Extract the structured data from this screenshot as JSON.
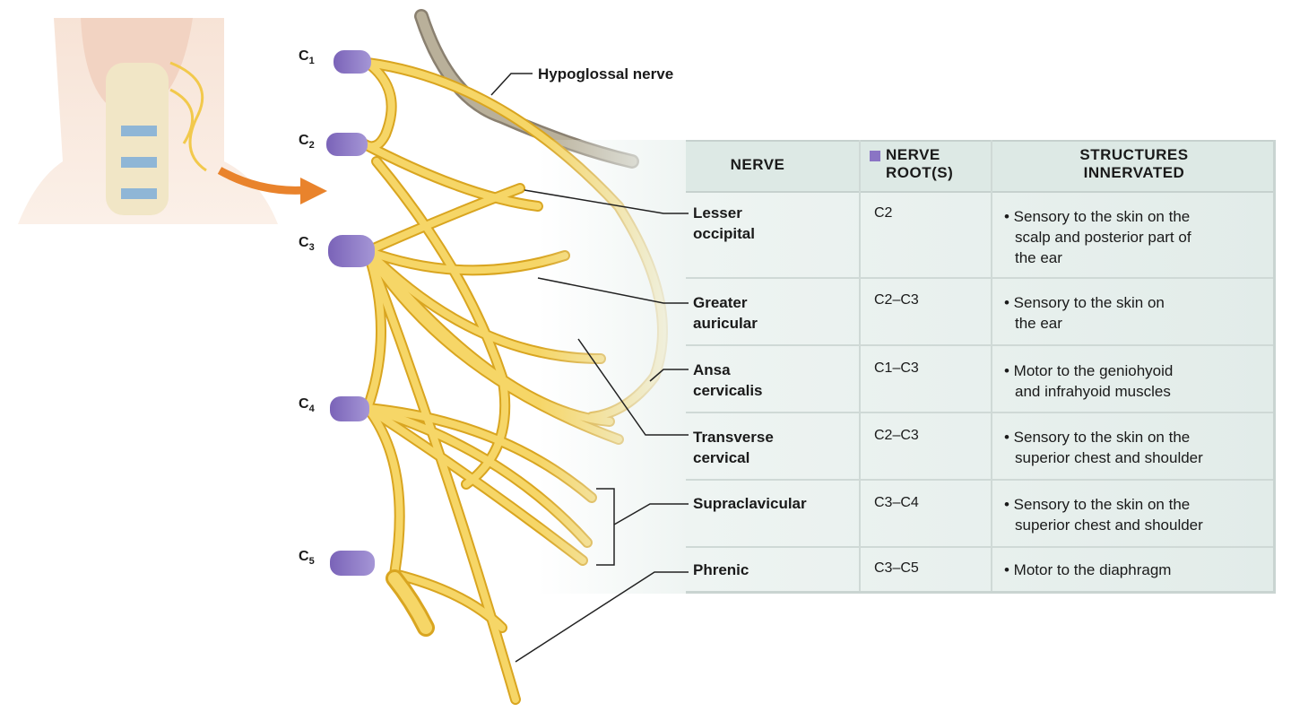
{
  "labels": {
    "roots": [
      {
        "letter": "C",
        "sub": "1"
      },
      {
        "letter": "C",
        "sub": "2"
      },
      {
        "letter": "C",
        "sub": "3"
      },
      {
        "letter": "C",
        "sub": "4"
      },
      {
        "letter": "C",
        "sub": "5"
      }
    ],
    "hypoglossal": "Hypoglossal nerve"
  },
  "table": {
    "headers": {
      "nerve": "NERVE",
      "root_line1": "NERVE",
      "root_line2": "ROOT(S)",
      "struct_line1": "STRUCTURES",
      "struct_line2": "INNERVATED"
    },
    "rows": [
      {
        "name1": "Lesser",
        "name2": "occipital",
        "root": "C2",
        "s1": "• Sensory to the skin on the",
        "s2": "scalp and posterior part of",
        "s3": "the ear"
      },
      {
        "name1": "Greater",
        "name2": "auricular",
        "root": "C2–C3",
        "s1": "• Sensory to the skin on",
        "s2": "the ear",
        "s3": ""
      },
      {
        "name1": "Ansa",
        "name2": "cervicalis",
        "root": "C1–C3",
        "s1": "• Motor to the geniohyoid",
        "s2": "and infrahyoid muscles",
        "s3": ""
      },
      {
        "name1": "Transverse",
        "name2": "cervical",
        "root": "C2–C3",
        "s1": "• Sensory to the skin on the",
        "s2": "superior chest and shoulder",
        "s3": ""
      },
      {
        "name1": "Supraclavicular",
        "name2": "",
        "root": "C3–C4",
        "s1": "• Sensory to the skin on the",
        "s2": "superior chest and shoulder",
        "s3": ""
      },
      {
        "name1": "Phrenic",
        "name2": "",
        "root": "C3–C5",
        "s1": "• Motor to the diaphragm",
        "s2": "",
        "s3": ""
      }
    ]
  },
  "colors": {
    "nerve": "#f2c94c",
    "nerve_stroke": "#d9a520",
    "root": "#8a74c4",
    "hypoglossal": "#a9a08a",
    "arrow": "#e9832c",
    "table_bg": "#e6eeeb"
  }
}
